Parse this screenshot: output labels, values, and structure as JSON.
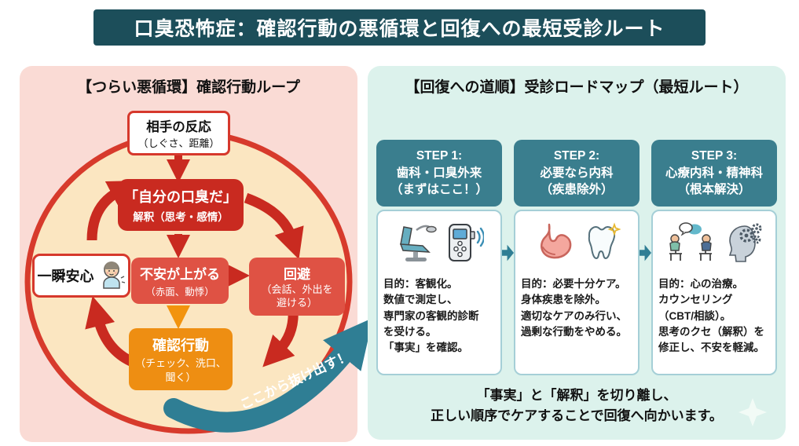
{
  "header": {
    "title": "口臭恐怖症：確認行動の悪循環と回復への最短受診ルート"
  },
  "left_panel": {
    "title": "【つらい悪循環】確認行動ループ",
    "trigger_box": {
      "title": "相手の反応",
      "subtitle": "（しぐさ、距離）"
    },
    "interpretation_box": {
      "title": "「自分の口臭だ」",
      "subtitle": "解釈（思考・感情）"
    },
    "anxiety_box": {
      "title": "不安が上がる",
      "subtitle": "（赤面、動悸）"
    },
    "avoidance_box": {
      "title": "回避",
      "subtitle": "（会話、外出を\n避ける）"
    },
    "relief_box": {
      "label": "一瞬安心",
      "icon": "relieved-person-icon"
    },
    "checking_box": {
      "title": "確認行動",
      "subtitle": "（チェック、洗口、\n聞く）"
    },
    "escape_arrow_label": "ここから抜け出す！"
  },
  "right_panel": {
    "title": "【回復への道順】受診ロードマップ（最短ルート）",
    "steps": [
      {
        "header": "STEP 1:\n歯科・口臭外来\n（まずはここ！）",
        "icons": [
          "dental-chair-icon",
          "breath-meter-icon"
        ],
        "body": "目的：客観化。\n数値で測定し、\n専門家の客観的診断\nを受ける。\n「事実」を確認。"
      },
      {
        "header": "STEP 2:\n必要なら内科\n（疾患除外）",
        "icons": [
          "stomach-icon",
          "sparkling-tooth-icon"
        ],
        "body": "目的：必要十分ケア。\n身体疾患を除外。\n適切なケアのみ行い、\n過剰な行動をやめる。"
      },
      {
        "header": "STEP 3:\n心療内科・精神科\n（根本解決）",
        "icons": [
          "counseling-icon",
          "mind-gears-icon"
        ],
        "body": "目的：心の治療。\nカウンセリング\n（CBT/相談）。\n思考のクセ（解釈）を\n修正し、不安を軽減。"
      }
    ],
    "footer": "「事実」と「解釈」を切り離し、\n正しい順序でケアすることで回復へ向かいます。"
  },
  "colors": {
    "header_bg": "#1C4E5A",
    "left_panel_bg": "#FADBD5",
    "right_panel_bg": "#DCF2EC",
    "cycle_circle_fill": "#FBE6C1",
    "cycle_ring_red": "#D73A2C",
    "cycle_arrow_red": "#C92A20",
    "light_red_box": "#DF5244",
    "orange_box": "#EE8E12",
    "teal_arrow": "#2F7E94",
    "step_header_bg": "#3A7E8E"
  }
}
